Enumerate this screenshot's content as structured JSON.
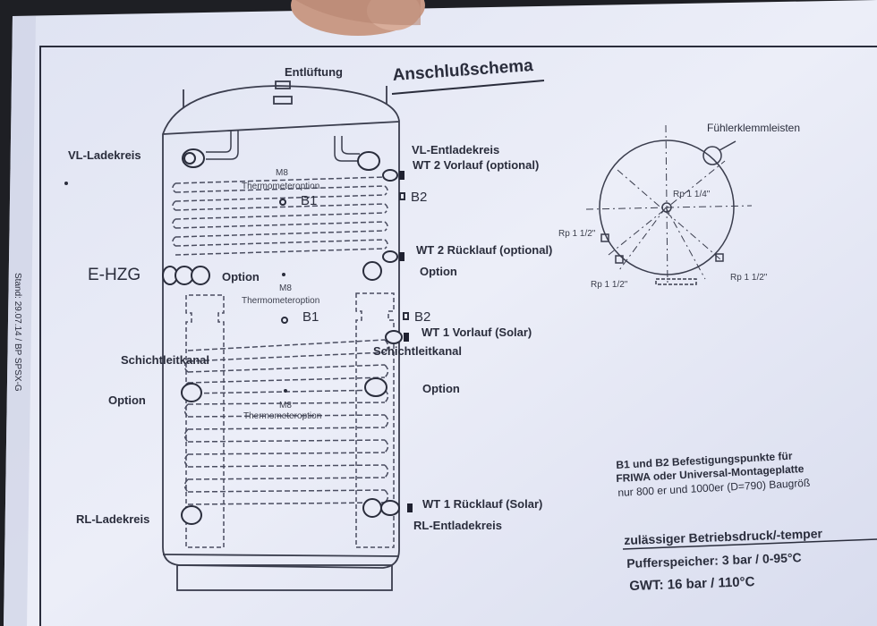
{
  "title": "Anschlußschema",
  "top_label": "Entlüftung",
  "left_labels": {
    "vl_ladekreis": "VL-Ladekreis",
    "ehzg": "E-HZG",
    "schichtleitkanal": "Schichtleitkanal",
    "option": "Option",
    "rl_ladekreis": "RL-Ladekreis"
  },
  "right_labels": {
    "vl_entladekreis": "VL-Entladekreis",
    "wt2_vorlauf": "WT 2 Vorlauf (optional)",
    "b2_upper": "B2",
    "wt2_ruecklauf": "WT 2 Rücklauf (optional)",
    "option_upper": "Option",
    "b2_lower": "B2",
    "wt1_vorlauf": "WT 1 Vorlauf (Solar)",
    "schichtleitkanal": "Schichtleitkanal",
    "option_lower": "Option",
    "wt1_ruecklauf": "WT 1 Rücklauf (Solar)",
    "rl_entladekreis": "RL-Entladekreis"
  },
  "inner_labels": {
    "m8_1": "M8",
    "thermo_1": "Thermometeroption",
    "b1_1": "B1",
    "option_mid": "Option",
    "m8_2": "M8",
    "thermo_2": "Thermometeroption",
    "b1_2": "B1",
    "m8_3": "M8",
    "thermo_3": "Thermometeroption"
  },
  "top_view": {
    "label": "Fühlerklemmleisten",
    "rp_center": "Rp 1 1/4\"",
    "rp_left_upper": "Rp 1 1/2\"",
    "rp_left_lower": "Rp 1 1/2\"",
    "rp_right_lower": "Rp 1 1/2\""
  },
  "side_note": "Stand: 29.07.14 / BP SPSX-G",
  "notes": {
    "line1": "B1 und B2 Befestigungspunkte für",
    "line2": "FRIWA oder Universal-Montageplatte",
    "line3": "nur 800 er und 1000er (D=790) Baugröß"
  },
  "pressure": {
    "heading": "zulässiger Betriebsdruck/-temper",
    "puffer": "Pufferspeicher: 3 bar / 0-95°C",
    "gwt": "GWT: 16 bar / 110°C"
  },
  "colors": {
    "paper": "#e7eaf6",
    "ink": "#2a2d3c",
    "background": "#1e1f24",
    "thumb": "#c99a86"
  }
}
